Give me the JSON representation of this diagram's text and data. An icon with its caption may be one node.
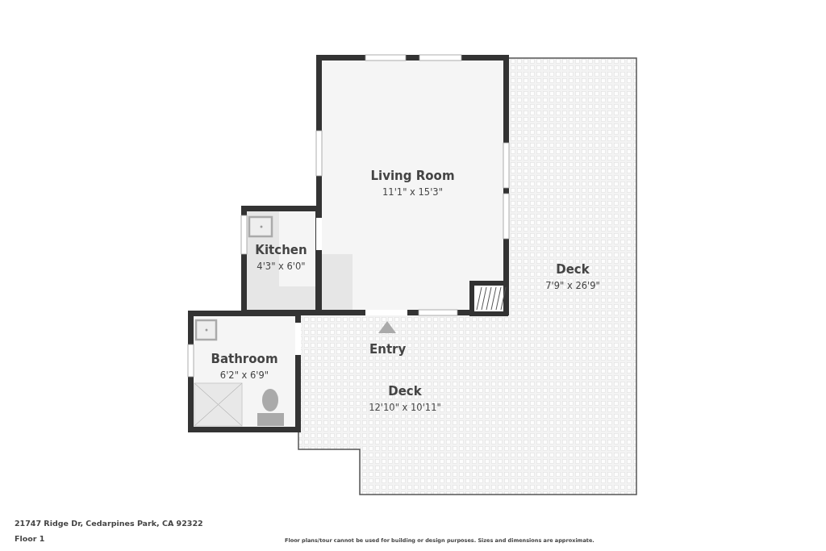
{
  "diagram": {
    "nodes": [
      {
        "text": [
          "Living Room",
          "11'1\" x 15'3\""
        ]
      },
      {
        "text": [
          "Kitchen",
          "4'3\" x 6'0\""
        ]
      },
      {
        "text": [
          "Deck",
          "7'9\" x 26'9\""
        ]
      },
      {
        "text": [
          "Bathroom",
          "6'2\" x 6'9\""
        ]
      },
      {
        "text": [
          "Deck",
          "12'10\" x 10'11\""
        ]
      }
    ],
    "edges": [],
    "labels": [
      "Entry",
      "21747 Ridge Dr, Cedarpines Park, CA 92322",
      "Floor 1",
      "Floor plans/tour cannot be used for building or design purposes. Sizes and dimensions are approximate."
    ]
  }
}
